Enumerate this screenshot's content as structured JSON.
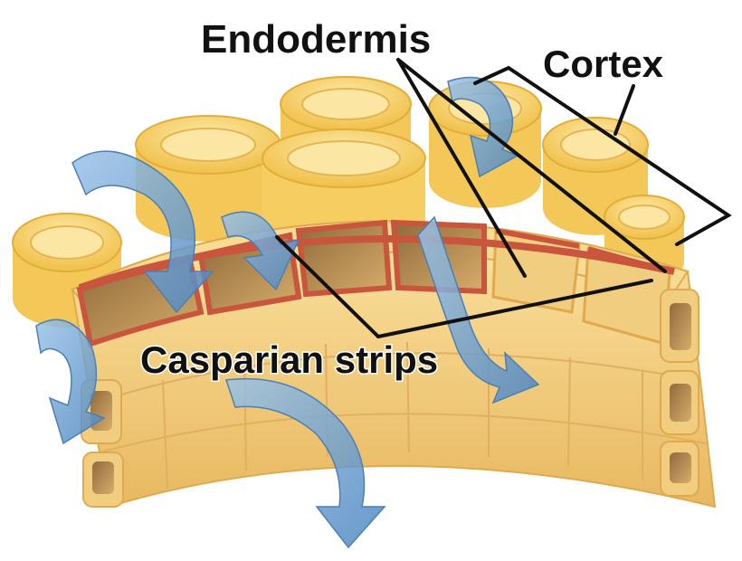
{
  "labels": {
    "endodermis": "Endodermis",
    "cortex": "Cortex",
    "casparian": "Casparian strips"
  },
  "colors": {
    "background": "#ffffff",
    "cell_wall": "#f0c060",
    "cell_fill": "#f6d889",
    "cell_inner": "#c99b5a",
    "cortex_cell": "#f8d66a",
    "cortex_inner": "#fbe39a",
    "casparian_strip": "#c8553c",
    "water_arrow": "#6fa6d6",
    "leader_line": "#111111"
  },
  "icons": [
    "water-flow-arrow"
  ]
}
